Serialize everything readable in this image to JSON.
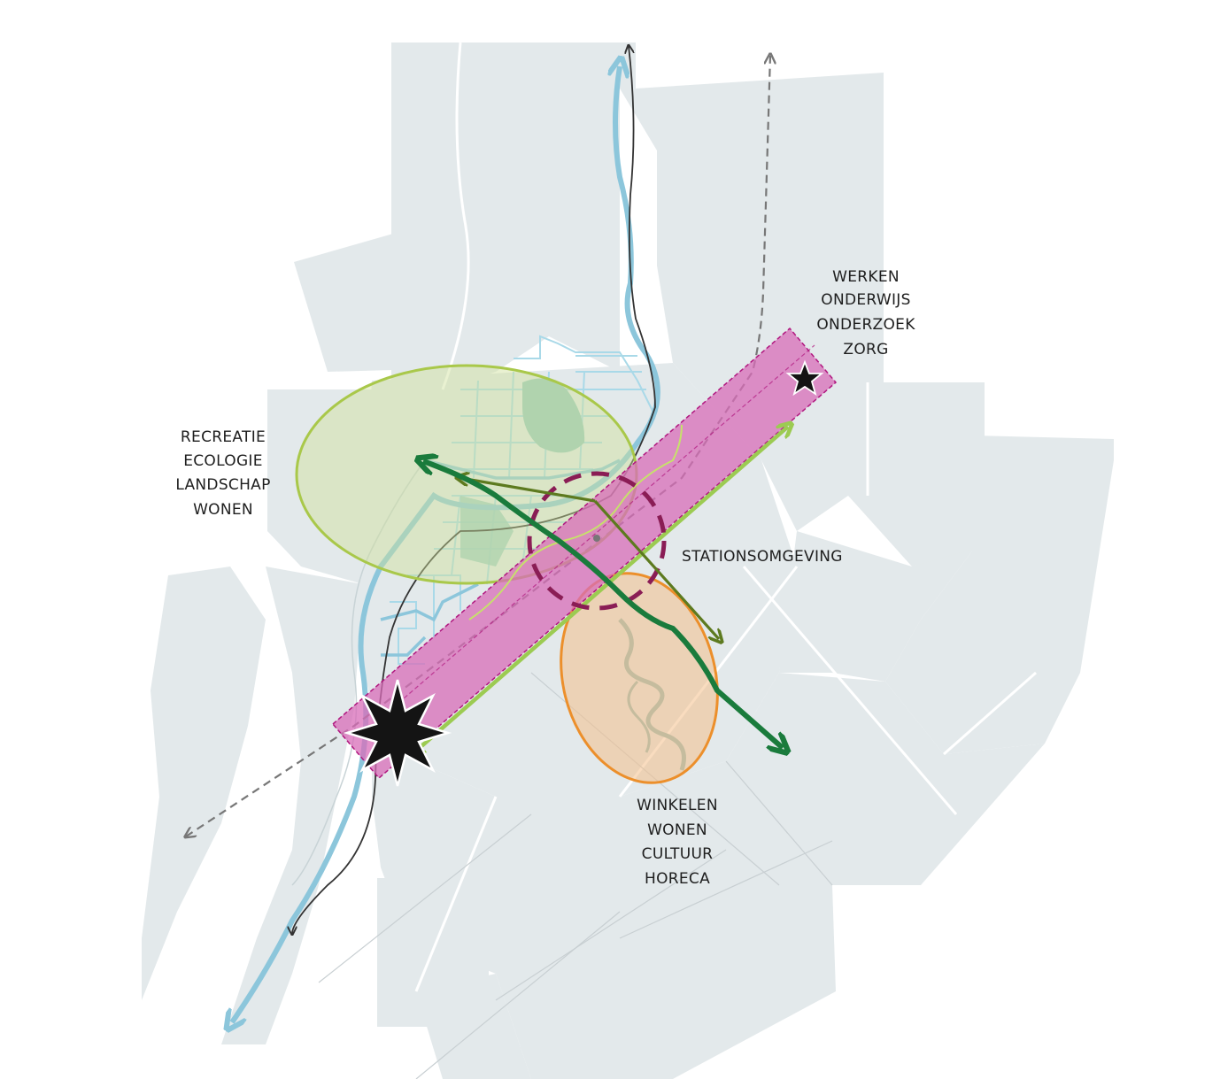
{
  "labels": {
    "north_east": [
      "WERKEN",
      "ONDERWIJS",
      "ONDERZOEK",
      "ZORG"
    ],
    "west": [
      "RECREATIE",
      "ECOLOGIE",
      "LANDSCHAP",
      "WONEN"
    ],
    "station": "STATIONSOMGEVING",
    "south": [
      "WINKELEN",
      "WONEN",
      "CULTUUR",
      "HORECA"
    ]
  },
  "colors": {
    "land": "#e3e9eb",
    "road": "#ffffff",
    "river": "#8cc6db",
    "canal": "#a9d9e8",
    "park": "#97c9bf",
    "axis_fill": "#d86cb8",
    "axis_edge": "#b0177f",
    "green_zone": "#cfe09a",
    "green_zone_edge": "#a9c84a",
    "orange_zone": "#f4c08b",
    "orange_zone_edge": "#ec8f2b",
    "station_ring": "#8a1d55",
    "dark_green": "#1a7b3c",
    "olive": "#5d7a1f",
    "light_green": "#9ccb52",
    "rail": "#777777",
    "road_line": "#333333"
  },
  "icons": [
    "star-icon-large",
    "star-icon-small"
  ]
}
